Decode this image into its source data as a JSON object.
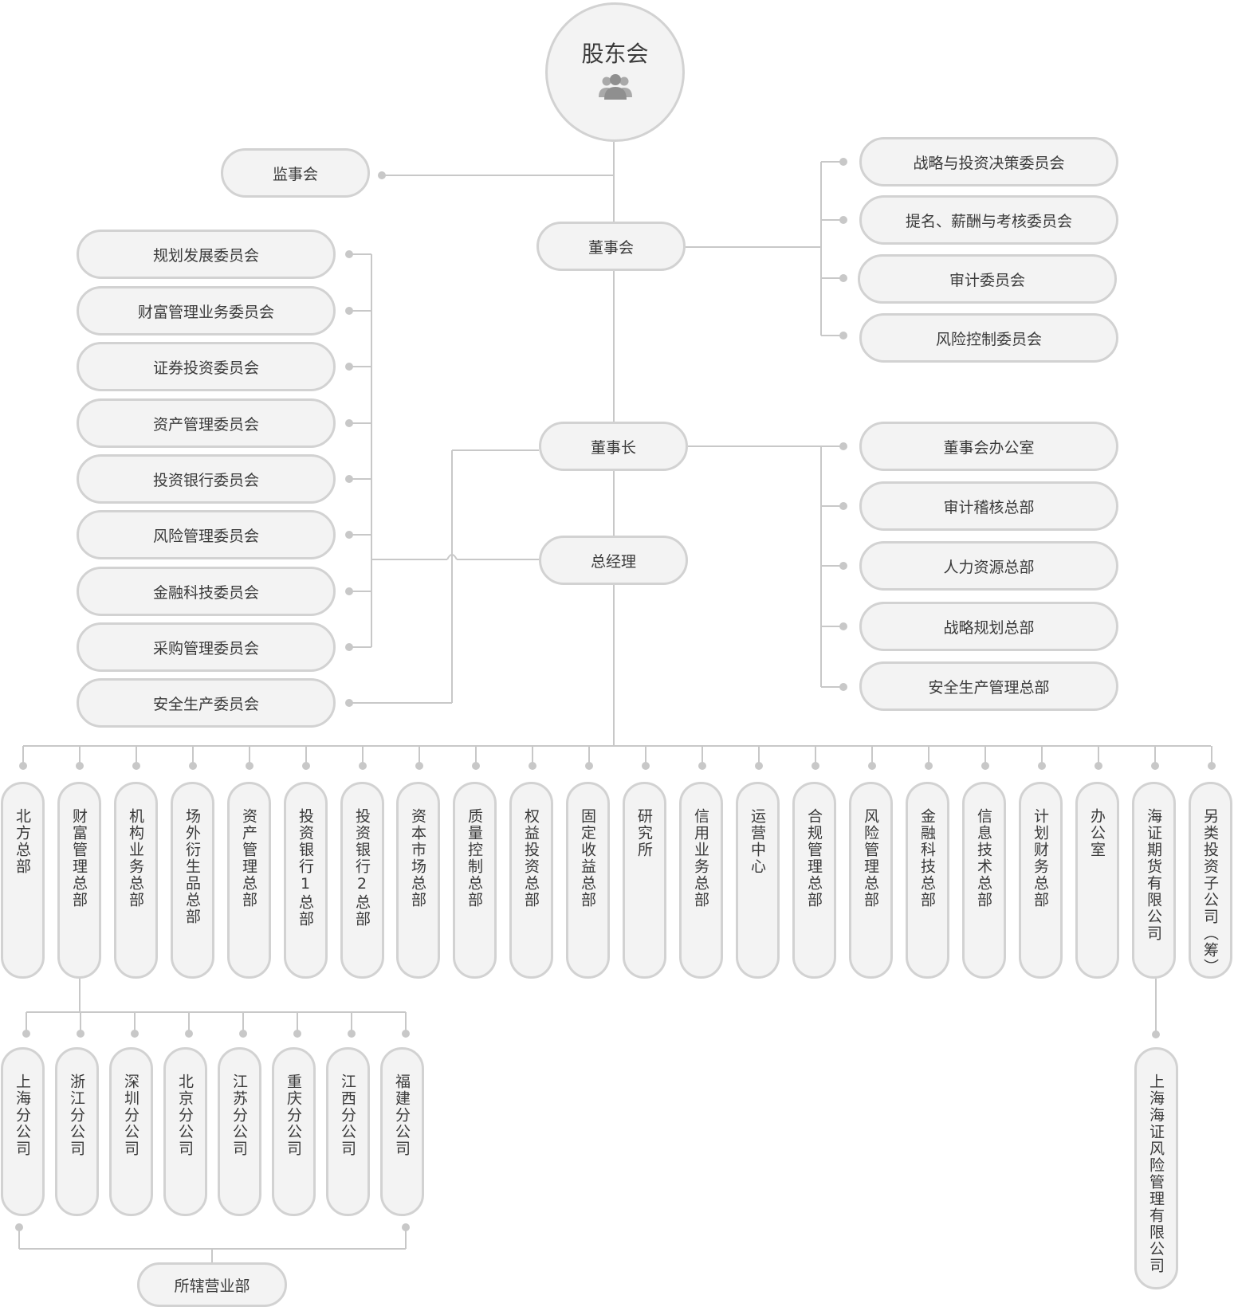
{
  "root": {
    "label": "股东会",
    "icon": "people-group-icon"
  },
  "supervisory": "监事会",
  "board": "董事会",
  "board_committees": [
    "战略与投资决策委员会",
    "提名、薪酬与考核委员会",
    "审计委员会",
    "风险控制委员会"
  ],
  "chairman": "董事长",
  "chairman_depts": [
    "董事会办公室",
    "审计稽核总部",
    "人力资源总部",
    "战略规划总部",
    "安全生产管理总部"
  ],
  "general_manager": "总经理",
  "gm_committees": [
    "规划发展委员会",
    "财富管理业务委员会",
    "证券投资委员会",
    "资产管理委员会",
    "投资银行委员会",
    "风险管理委员会",
    "金融科技委员会",
    "采购管理委员会",
    "安全生产委员会"
  ],
  "departments": [
    "北方总部",
    "财富管理总部",
    "机构业务总部",
    "场外衍生品总部",
    "资产管理总部",
    "投资银行1总部",
    "投资银行2总部",
    "资本市场总部",
    "质量控制总部",
    "权益投资总部",
    "固定收益总部",
    "研究所",
    "信用业务总部",
    "运营中心",
    "合规管理总部",
    "风险管理总部",
    "金融科技总部",
    "信息技术总部",
    "计划财务总部",
    "办公室",
    "海证期货有限公司",
    "另类投资子公司（筹）"
  ],
  "branches": [
    "上海分公司",
    "浙江分公司",
    "深圳分公司",
    "北京分公司",
    "江苏分公司",
    "重庆分公司",
    "江西分公司",
    "福建分公司"
  ],
  "branch_sub": "所辖营业部",
  "futures_sub": "上海海证风险管理有限公司",
  "colors": {
    "node_fill": "#f3f3f3",
    "node_border": "#d2d2d2",
    "line": "#c8c8c8",
    "text": "#3a3a3a"
  }
}
